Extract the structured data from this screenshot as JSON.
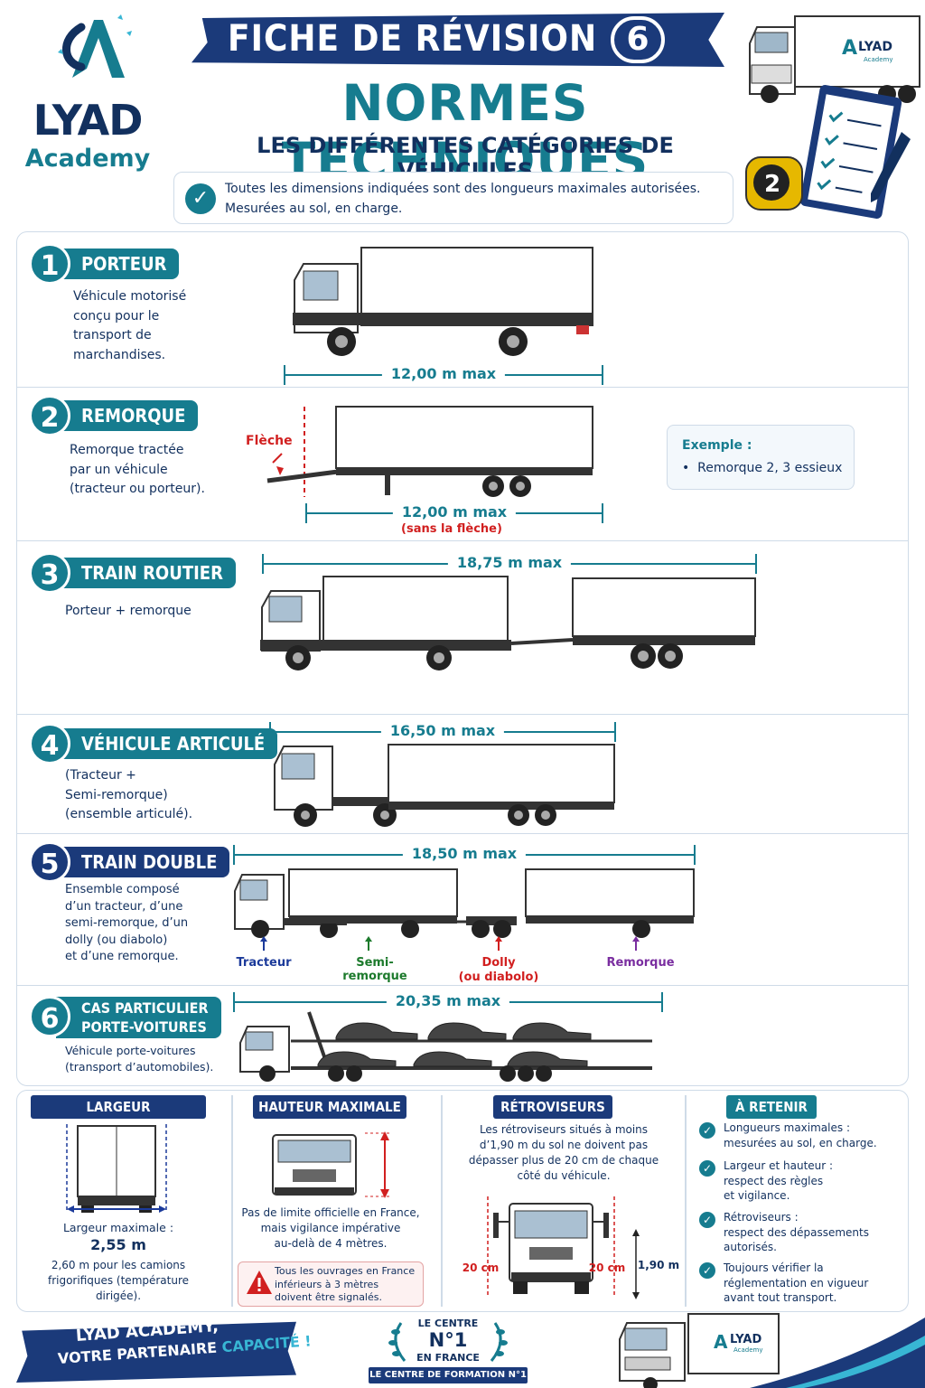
{
  "header": {
    "brand": "LYAD",
    "brand_sub": "Academy",
    "banner": "FICHE DE RÉVISION",
    "banner_number": "6",
    "title": "NORMES TECHNIQUES",
    "subtitle": "LES DIFFÉRENTES CATÉGORIES DE VÉHICULES",
    "note_line1": "Toutes les dimensions indiquées sont des longueurs maximales autorisées.",
    "note_line2": "Mesurées au sol, en charge.",
    "truck_logo": "LYAD",
    "truck_logo_sub": "Academy",
    "tape_number": "2"
  },
  "sections": [
    {
      "num": "1",
      "title": "PORTEUR",
      "desc": [
        "Véhicule motorisé",
        "conçu pour le",
        "transport de",
        "marchandises."
      ],
      "dimension": "12,00 m max"
    },
    {
      "num": "2",
      "title": "REMORQUE",
      "desc": [
        "Remorque tractée",
        "par un véhicule",
        "(tracteur ou porteur)."
      ],
      "dimension": "12,00 m max",
      "dimension_note": "(sans la flèche)",
      "arrow_label": "Flèche",
      "example_title": "Exemple :",
      "example_item": "Remorque 2, 3 essieux"
    },
    {
      "num": "3",
      "title": "TRAIN ROUTIER",
      "desc": [
        "Porteur + remorque"
      ],
      "dimension": "18,75 m max"
    },
    {
      "num": "4",
      "title": "VÉHICULE ARTICULÉ",
      "desc": [
        "(Tracteur +",
        "Semi-remorque)",
        "(ensemble articulé)."
      ],
      "dimension": "16,50 m max"
    },
    {
      "num": "5",
      "title": "TRAIN DOUBLE",
      "desc": [
        "Ensemble composé",
        "d’un tracteur, d’une",
        "semi-remorque, d’un",
        "dolly (ou diabolo)",
        "et d’une remorque."
      ],
      "dimension": "18,50 m max",
      "parts": [
        {
          "label": "Tracteur",
          "color": "#1b3a9a"
        },
        {
          "label": "Semi-remorque",
          "color": "#1c7a2c"
        },
        {
          "label": "Dolly",
          "sub": "(ou diabolo)",
          "color": "#d11f1f"
        },
        {
          "label": "Remorque",
          "color": "#7a2ea0"
        }
      ]
    },
    {
      "num": "6",
      "title": "CAS PARTICULIER",
      "title2": "PORTE-VOITURES",
      "desc": [
        "Véhicule porte-voitures",
        "(transport d’automobiles)."
      ],
      "dimension": "20,35 m max"
    }
  ],
  "bottom": {
    "width": {
      "title": "LARGEUR RÉGLEMENTAIRE",
      "label": "Largeur maximale :",
      "value": "2,55 m",
      "note": [
        "2,60 m pour les camions",
        "frigorifiques (température",
        "dirigée)."
      ]
    },
    "height": {
      "title": "HAUTEUR MAXIMALE",
      "text": [
        "Pas de limite officielle en France,",
        "mais vigilance impérative",
        "au-delà de 4 mètres."
      ],
      "warning": [
        "Tous les ouvrages en France",
        "inférieurs à 3 mètres",
        "doivent être signalés."
      ]
    },
    "mirrors": {
      "title": "RÉTROVISEURS",
      "text": [
        "Les rétroviseurs situés à moins",
        "d’1,90 m du sol ne doivent pas",
        "dépasser plus de 20 cm de chaque",
        "côté du véhicule."
      ],
      "left": "20 cm",
      "right": "20 cm",
      "height": "1,90 m"
    },
    "retain": {
      "title": "À RETENIR",
      "items": [
        [
          "Longueurs maximales :",
          "mesurées au sol, en charge."
        ],
        [
          "Largeur et hauteur :",
          "respect des règles",
          "et vigilance."
        ],
        [
          "Rétroviseurs :",
          "respect des dépassements",
          "autorisés."
        ],
        [
          "Toujours vérifier la",
          "réglementation en vigueur",
          "avant tout transport."
        ]
      ]
    }
  },
  "footer": {
    "line1": "LYAD ACADEMY,",
    "line2": "VOTRE PARTENAIRE",
    "line2_accent": "CAPACITÉ !",
    "center1": "LE CENTRE",
    "center2": "N°1",
    "center3": "EN FRANCE",
    "center4": "LE CENTRE DE FORMATION N°1",
    "truck_logo": "LYAD",
    "truck_logo_sub": "Academy"
  },
  "colors": {
    "navy": "#1b3a7a",
    "teal": "#167c8f",
    "red": "#d11f1f"
  }
}
